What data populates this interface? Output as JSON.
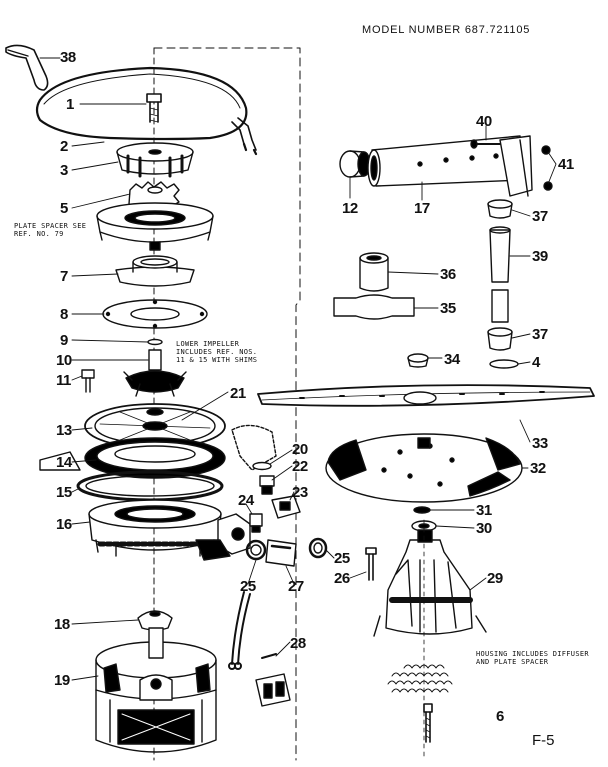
{
  "header": {
    "model_number": "MODEL NUMBER 687.721105"
  },
  "page_id": "F-5",
  "callouts": [
    "38",
    "1",
    "2",
    "3",
    "5",
    "7",
    "8",
    "9",
    "10",
    "11",
    "13",
    "14",
    "15",
    "16",
    "18",
    "19",
    "21",
    "20",
    "22",
    "23",
    "24",
    "25",
    "25",
    "27",
    "26",
    "28",
    "29",
    "30",
    "31",
    "32",
    "33",
    "34",
    "35",
    "36",
    "37",
    "37",
    "39",
    "4",
    "40",
    "41",
    "12",
    "17",
    "6"
  ],
  "notes": {
    "plate_spacer": "PLATE SPACER SEE\nREF. NO. 79",
    "lower_impeller": "LOWER IMPELLER\nINCLUDES REF. NOS.\n11 & 15 WITH SHIMS",
    "housing": "HOUSING INCLUDES DIFFUSER\nAND PLATE SPACER"
  }
}
